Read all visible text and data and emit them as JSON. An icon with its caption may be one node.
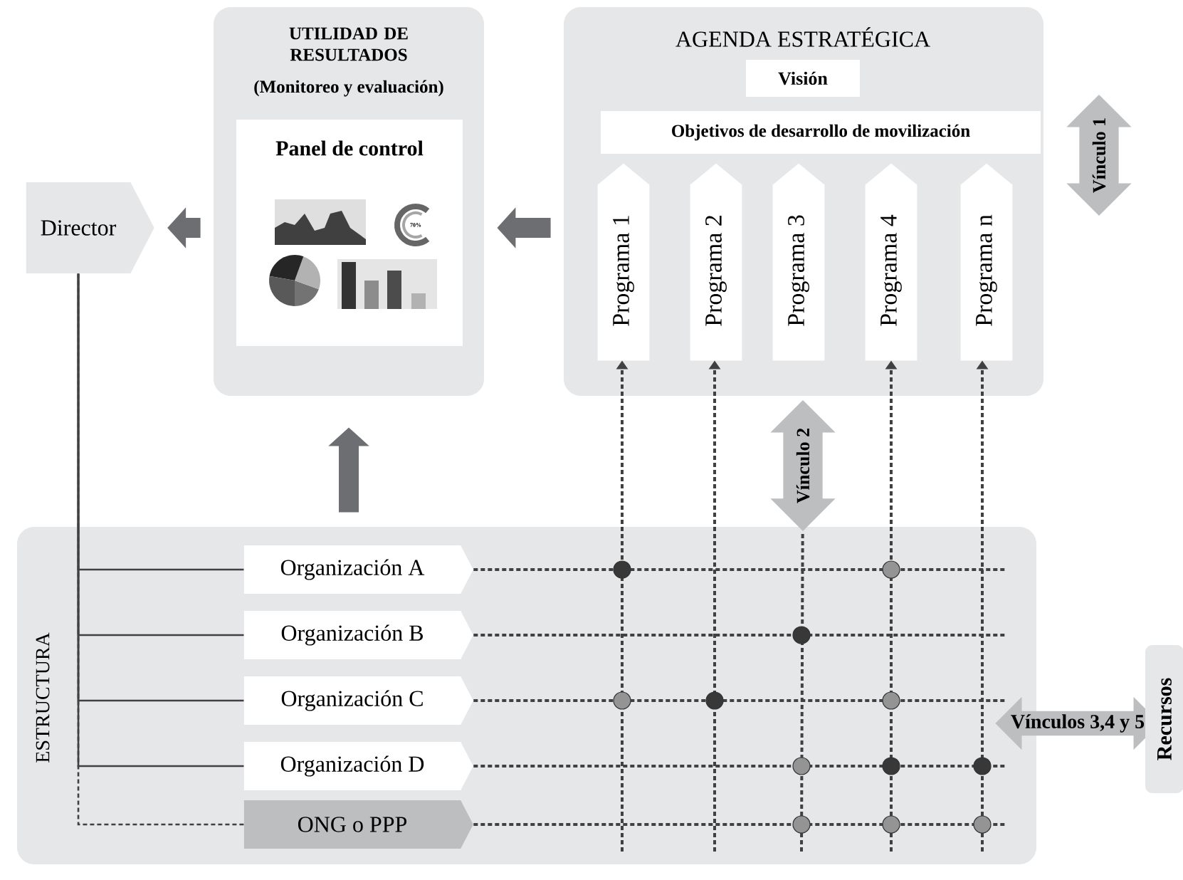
{
  "diagram": {
    "nodes": [
      {
        "text": [
          "UTILIDAD DE RESULTADOS",
          "(Monitoreo y evaluación)"
        ]
      },
      {
        "text": [
          "Panel de control"
        ],
        "in": 0
      },
      {
        "text": [
          "AGENDA ESTRATÉGICA"
        ]
      },
      {
        "text": [
          "Visión"
        ],
        "in": 2
      },
      {
        "text": [
          "Objetivos de desarrollo de movilización"
        ],
        "in": 2
      },
      {
        "text": [
          "Programa 1"
        ],
        "in": 2
      },
      {
        "text": [
          "Programa 2"
        ],
        "in": 2
      },
      {
        "text": [
          "Programa 3"
        ],
        "in": 2
      },
      {
        "text": [
          "Programa 4"
        ],
        "in": 2
      },
      {
        "text": [
          "Programa n"
        ],
        "in": 2
      },
      {
        "text": [
          "Director"
        ]
      },
      {
        "text": [
          "Vínculo 1"
        ]
      },
      {
        "text": [
          "ESTRUCTURA"
        ]
      },
      {
        "text": [
          "Organización A"
        ],
        "in": 12
      },
      {
        "text": [
          "Organización B"
        ],
        "in": 12
      },
      {
        "text": [
          "Organización C"
        ],
        "in": 12
      },
      {
        "text": [
          "Organización D"
        ],
        "in": 12
      },
      {
        "text": [
          "ONG o PPP"
        ],
        "in": 12
      },
      {
        "text": [
          "Vínculo 2"
        ]
      },
      {
        "text": [
          "Vínculos 3,4 y 5"
        ]
      },
      {
        "text": [
          "Recursos"
        ]
      }
    ],
    "edges": [
      {
        "from": 0,
        "to": 10,
        "arrow": "to",
        "style": "thick",
        "color": "#6d6e71"
      },
      {
        "from": 2,
        "to": 0,
        "arrow": "to",
        "style": "thick",
        "color": "#6d6e71"
      },
      {
        "from": 12,
        "to": 0,
        "arrow": "to",
        "style": "thick",
        "color": "#6d6e71"
      },
      {
        "from": 10,
        "to": 13,
        "arrow": "none"
      },
      {
        "from": 10,
        "to": 14,
        "arrow": "none"
      },
      {
        "from": 10,
        "to": 15,
        "arrow": "none"
      },
      {
        "from": 10,
        "to": 16,
        "arrow": "none"
      },
      {
        "from": 10,
        "to": 17,
        "arrow": "none",
        "style": "dashed"
      },
      {
        "from": 12,
        "to": 5,
        "arrow": "to",
        "style": "dashed"
      },
      {
        "from": 12,
        "to": 6,
        "arrow": "to",
        "style": "dashed"
      },
      {
        "from": 12,
        "to": 18,
        "arrow": "none",
        "style": "dashed"
      },
      {
        "from": 12,
        "to": 8,
        "arrow": "to",
        "style": "dashed"
      },
      {
        "from": 12,
        "to": 9,
        "arrow": "to",
        "style": "dashed"
      },
      {
        "from": 13,
        "to": null,
        "arrow": "none",
        "style": "dashed"
      },
      {
        "from": 14,
        "to": null,
        "arrow": "none",
        "style": "dashed"
      },
      {
        "from": 15,
        "to": 19,
        "arrow": "none",
        "style": "dashed"
      },
      {
        "from": 16,
        "to": 19,
        "arrow": "none",
        "style": "dashed"
      },
      {
        "from": 17,
        "to": null,
        "arrow": "none",
        "style": "dashed"
      }
    ],
    "labels": [
      "70%"
    ]
  }
}
